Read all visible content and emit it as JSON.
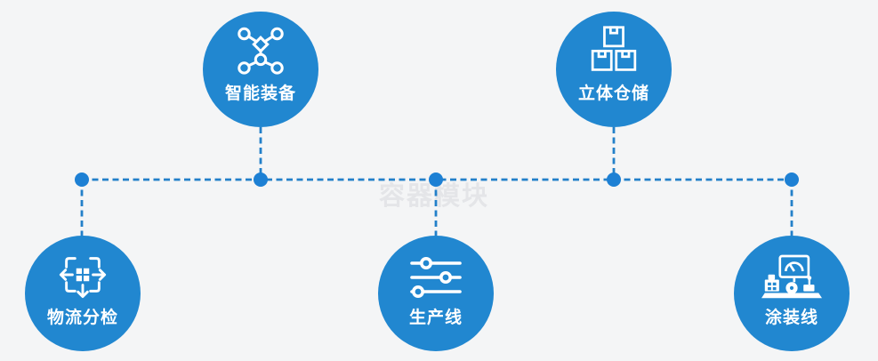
{
  "diagram": {
    "watermark": "容器模块",
    "nodes": [
      {
        "id": "smart-equipment",
        "label": "智能装备",
        "icon": "network-nodes-icon"
      },
      {
        "id": "warehouse-storage",
        "label": "立体仓储",
        "icon": "stacked-boxes-icon"
      },
      {
        "id": "logistics-sorting",
        "label": "物流分检",
        "icon": "dispatch-arrows-icon"
      },
      {
        "id": "production-line",
        "label": "生产线",
        "icon": "sliders-icon"
      },
      {
        "id": "painting-line",
        "label": "涂装线",
        "icon": "machine-monitor-icon"
      }
    ],
    "colors": {
      "background": "#f4f5f6",
      "node_fill": "#2187d0",
      "connector": "#2380c9",
      "icon": "#ffffff",
      "label_text": "#ffffff",
      "watermark_text": "#e4e5e8"
    }
  }
}
